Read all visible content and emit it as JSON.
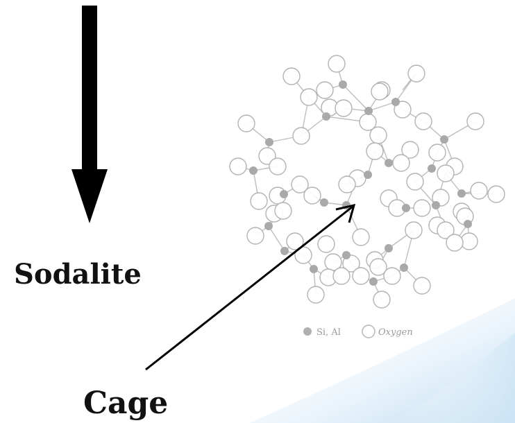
{
  "labels": {
    "sodalite": "Sodalite",
    "cage": "Cage"
  },
  "legend": {
    "si_al": "Si, Al",
    "oxygen": "Oxygen"
  },
  "colors": {
    "arrow": "#000000",
    "si_atom": "#a9a9a9",
    "oxygen_stroke": "#b3b3b3",
    "bond": "#bdbdbd",
    "background_swoosh": "#cfe6f7"
  },
  "structure": {
    "si_al_atoms": [
      [
        494,
        122
      ],
      [
        531,
        160
      ],
      [
        570,
        147
      ],
      [
        640,
        201
      ],
      [
        622,
        243
      ],
      [
        665,
        279
      ],
      [
        674,
        323
      ],
      [
        628,
        296
      ],
      [
        585,
        300
      ],
      [
        560,
        235
      ],
      [
        530,
        252
      ],
      [
        470,
        168
      ],
      [
        388,
        205
      ],
      [
        365,
        246
      ],
      [
        409,
        280
      ],
      [
        387,
        326
      ],
      [
        410,
        362
      ],
      [
        467,
        292
      ],
      [
        499,
        296
      ],
      [
        560,
        358
      ],
      [
        538,
        406
      ],
      [
        499,
        368
      ],
      [
        452,
        388
      ],
      [
        582,
        386
      ]
    ],
    "oxygen_atoms": [
      [
        420,
        110
      ],
      [
        485,
        92
      ],
      [
        600,
        106
      ],
      [
        468,
        130
      ],
      [
        550,
        130
      ],
      [
        547,
        132
      ],
      [
        445,
        140
      ],
      [
        475,
        155
      ],
      [
        495,
        156
      ],
      [
        530,
        176
      ],
      [
        580,
        158
      ],
      [
        610,
        175
      ],
      [
        685,
        175
      ],
      [
        355,
        178
      ],
      [
        434,
        196
      ],
      [
        385,
        225
      ],
      [
        400,
        240
      ],
      [
        343,
        240
      ],
      [
        630,
        220
      ],
      [
        655,
        240
      ],
      [
        545,
        195
      ],
      [
        540,
        218
      ],
      [
        591,
        216
      ],
      [
        578,
        235
      ],
      [
        515,
        257
      ],
      [
        500,
        266
      ],
      [
        432,
        266
      ],
      [
        400,
        282
      ],
      [
        373,
        290
      ],
      [
        642,
        250
      ],
      [
        690,
        275
      ],
      [
        715,
        280
      ],
      [
        598,
        262
      ],
      [
        450,
        282
      ],
      [
        635,
        285
      ],
      [
        665,
        305
      ],
      [
        395,
        308
      ],
      [
        408,
        304
      ],
      [
        670,
        312
      ],
      [
        560,
        286
      ],
      [
        608,
        300
      ],
      [
        572,
        300
      ],
      [
        630,
        325
      ],
      [
        642,
        332
      ],
      [
        368,
        340
      ],
      [
        520,
        342
      ],
      [
        425,
        348
      ],
      [
        676,
        348
      ],
      [
        596,
        332
      ],
      [
        655,
        350
      ],
      [
        470,
        352
      ],
      [
        437,
        368
      ],
      [
        480,
        378
      ],
      [
        506,
        380
      ],
      [
        540,
        375
      ],
      [
        545,
        385
      ],
      [
        520,
        398
      ],
      [
        473,
        400
      ],
      [
        565,
        398
      ],
      [
        492,
        398
      ],
      [
        608,
        412
      ],
      [
        455,
        425
      ],
      [
        550,
        432
      ]
    ],
    "bonds": [
      [
        494,
        122,
        485,
        92
      ],
      [
        494,
        122,
        468,
        130
      ],
      [
        494,
        122,
        531,
        160
      ],
      [
        531,
        160,
        550,
        130
      ],
      [
        531,
        160,
        495,
        156
      ],
      [
        531,
        160,
        570,
        147
      ],
      [
        570,
        147,
        580,
        158
      ],
      [
        570,
        147,
        600,
        106
      ],
      [
        470,
        168,
        475,
        155
      ],
      [
        470,
        168,
        445,
        140
      ],
      [
        470,
        168,
        434,
        196
      ],
      [
        470,
        168,
        530,
        176
      ],
      [
        388,
        205,
        355,
        178
      ],
      [
        388,
        205,
        385,
        225
      ],
      [
        388,
        205,
        434,
        196
      ],
      [
        365,
        246,
        343,
        240
      ],
      [
        365,
        246,
        400,
        240
      ],
      [
        365,
        246,
        373,
        290
      ],
      [
        409,
        280,
        400,
        282
      ],
      [
        409,
        280,
        432,
        266
      ],
      [
        409,
        280,
        387,
        326
      ],
      [
        387,
        326,
        368,
        340
      ],
      [
        387,
        326,
        408,
        304
      ],
      [
        387,
        326,
        410,
        362
      ],
      [
        410,
        362,
        425,
        348
      ],
      [
        410,
        362,
        437,
        368
      ],
      [
        452,
        388,
        437,
        368
      ],
      [
        452,
        388,
        473,
        400
      ],
      [
        452,
        388,
        455,
        425
      ],
      [
        499,
        368,
        480,
        378
      ],
      [
        499,
        368,
        506,
        380
      ],
      [
        499,
        368,
        520,
        398
      ],
      [
        538,
        406,
        520,
        398
      ],
      [
        538,
        406,
        550,
        432
      ],
      [
        538,
        406,
        565,
        398
      ],
      [
        582,
        386,
        565,
        398
      ],
      [
        582,
        386,
        608,
        412
      ],
      [
        582,
        386,
        596,
        332
      ],
      [
        560,
        358,
        540,
        375
      ],
      [
        560,
        358,
        545,
        385
      ],
      [
        560,
        358,
        596,
        332
      ],
      [
        628,
        296,
        598,
        262
      ],
      [
        628,
        296,
        642,
        250
      ],
      [
        628,
        296,
        642,
        332
      ],
      [
        665,
        279,
        690,
        275
      ],
      [
        665,
        279,
        715,
        280
      ],
      [
        665,
        279,
        642,
        250
      ],
      [
        674,
        323,
        670,
        312
      ],
      [
        674,
        323,
        676,
        348
      ],
      [
        674,
        323,
        655,
        350
      ],
      [
        640,
        201,
        630,
        220
      ],
      [
        640,
        201,
        610,
        175
      ],
      [
        640,
        201,
        655,
        240
      ],
      [
        622,
        243,
        630,
        220
      ],
      [
        622,
        243,
        598,
        262
      ],
      [
        585,
        300,
        560,
        286
      ],
      [
        585,
        300,
        608,
        300
      ],
      [
        585,
        300,
        572,
        300
      ],
      [
        560,
        235,
        545,
        195
      ],
      [
        560,
        235,
        540,
        218
      ],
      [
        560,
        235,
        591,
        216
      ],
      [
        530,
        252,
        515,
        257
      ],
      [
        530,
        252,
        500,
        266
      ],
      [
        530,
        252,
        540,
        218
      ],
      [
        467,
        292,
        450,
        282
      ],
      [
        467,
        292,
        432,
        266
      ],
      [
        467,
        292,
        499,
        296
      ],
      [
        499,
        296,
        520,
        342
      ],
      [
        499,
        296,
        515,
        257
      ],
      [
        599,
        106,
        580,
        130
      ],
      [
        610,
        175,
        580,
        158
      ],
      [
        685,
        175,
        640,
        201
      ],
      [
        434,
        196,
        445,
        140
      ],
      [
        420,
        110,
        445,
        140
      ]
    ]
  }
}
